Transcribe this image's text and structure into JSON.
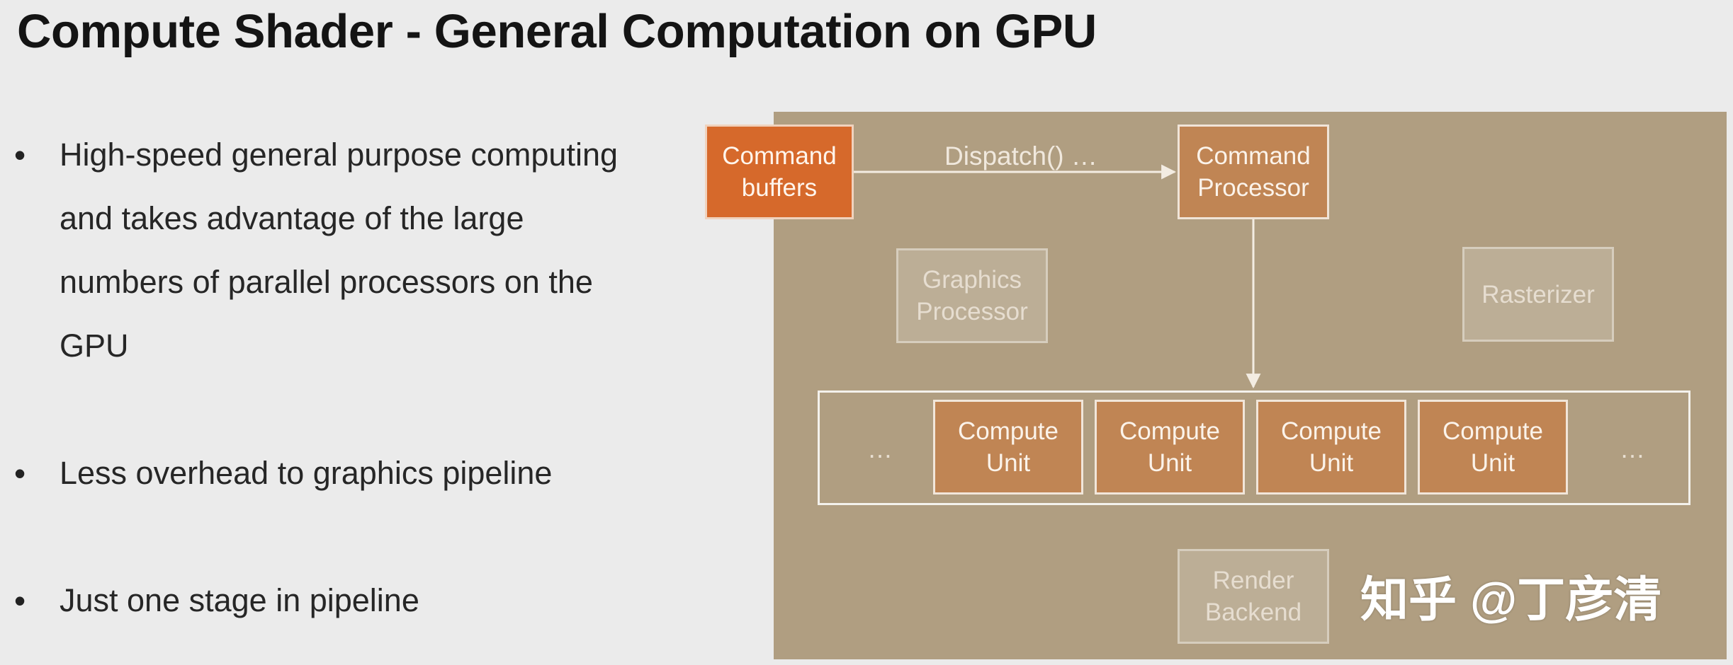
{
  "title": "Compute Shader - General Computation on GPU",
  "bullets": [
    {
      "symbol": "•",
      "text": "High-speed general purpose computing and takes advantage of the large numbers of parallel processors on the GPU"
    },
    {
      "symbol": "•",
      "text": "Less overhead to graphics pipeline"
    },
    {
      "symbol": "•",
      "text": "Just one stage in pipeline"
    }
  ],
  "diagram": {
    "command_buffers": "Command\nbuffers",
    "dispatch_label": "Dispatch() …",
    "command_processor": "Command\nProcessor",
    "graphics_processor": "Graphics\nProcessor",
    "rasterizer": "Rasterizer",
    "ellipsis_left": "…",
    "ellipsis_right": "…",
    "compute_units": [
      "Compute\nUnit",
      "Compute\nUnit",
      "Compute\nUnit",
      "Compute\nUnit"
    ],
    "render_backend": "Render\nBackend"
  },
  "watermark": "知乎 @丁彦清",
  "colors": {
    "slide_background": "#ebebeb",
    "diagram_background": "#b09e81",
    "command_buffers_fill": "#d6692b",
    "active_block_fill": "#c08554",
    "inactive_block_fill": "#bcae96",
    "title_text": "#141414"
  }
}
